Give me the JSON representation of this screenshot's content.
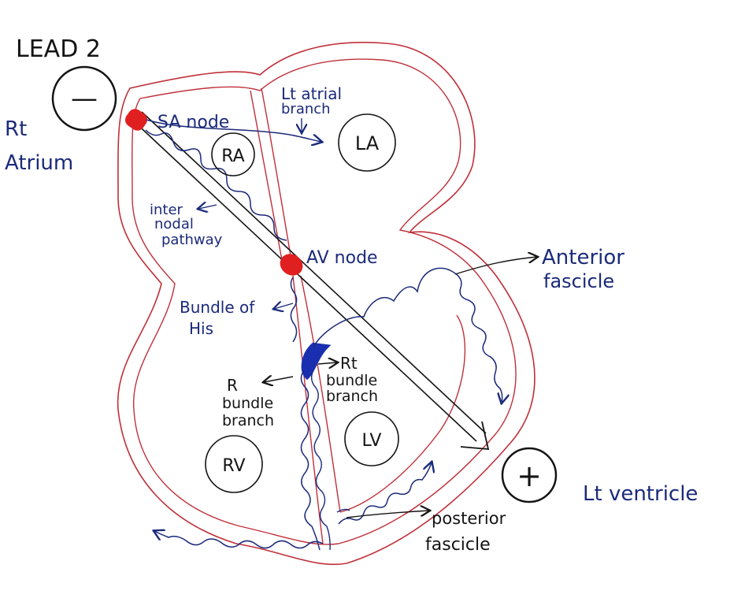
{
  "labels": {
    "lead": "LEAD 2",
    "negative": "—",
    "positive": "+",
    "rt_atrium_line1": "Rt",
    "rt_atrium_line2": "Atrium",
    "sa_node": "SA node",
    "lt_atrial_branch_line1": "Lt atrial",
    "lt_atrial_branch_line2": "branch",
    "ra": "RA",
    "la": "LA",
    "internodal_line1": "inter",
    "internodal_line2": "nodal",
    "internodal_line3": "pathway",
    "av_node": "AV node",
    "anterior_fascicle_line1": "Anterior",
    "anterior_fascicle_line2": "fascicle",
    "bundle_of_his_line1": "Bundle of",
    "bundle_of_his_line2": "His",
    "rt_bundle_branch_line1": "Rt",
    "rt_bundle_branch_line2": "bundle",
    "rt_bundle_branch_line3": "branch",
    "r_bundle_branch_line1": "R",
    "r_bundle_branch_line2": "bundle",
    "r_bundle_branch_line3": "branch",
    "lv": "LV",
    "rv": "RV",
    "lt_ventricle": "Lt ventricle",
    "posterior_fascicle_line1": "posterior",
    "posterior_fascicle_line2": "fascicle"
  },
  "colors": {
    "heart_outline": "#c0303a",
    "conduction": "#1b2a7a",
    "ink": "#141414",
    "sa_node": "#e02020",
    "av_node": "#e02020",
    "bundle_marker": "#1a2fb0"
  }
}
